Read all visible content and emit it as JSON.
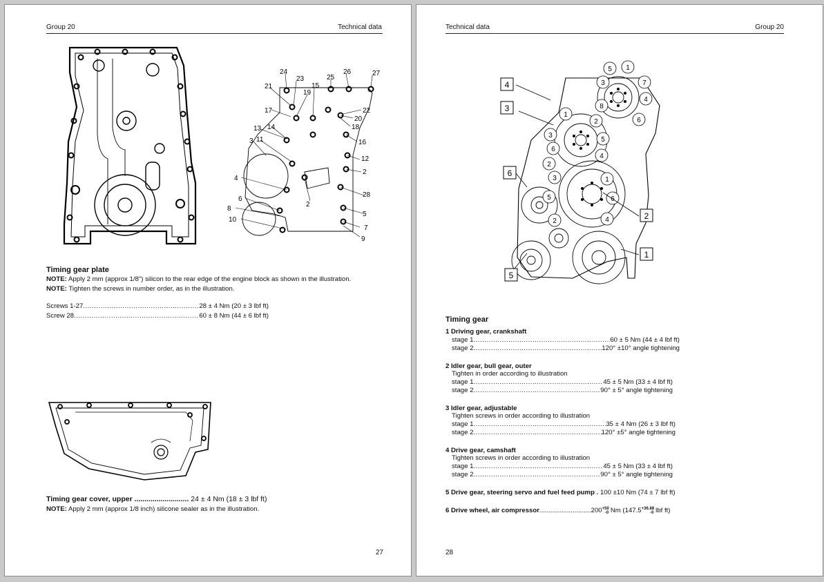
{
  "left": {
    "header_left": "Group 20",
    "header_right": "Technical data",
    "plate_figure": {
      "labels": [
        "24",
        "23",
        "21",
        "19",
        "15",
        "25",
        "26",
        "27",
        "17",
        "22",
        "20",
        "18",
        "13",
        "14",
        "16",
        "3",
        "11",
        "12",
        "2",
        "4",
        "28",
        "6",
        "2",
        "8",
        "5",
        "10",
        "7",
        "9"
      ]
    },
    "timing_gear_plate": {
      "title": "Timing gear plate",
      "note1_label": "NOTE:",
      "note1_text": " Apply 2 mm (approx 1/8\") silicon to the rear edge of the engine block as shown in the illustration.",
      "note2_label": "NOTE:",
      "note2_text": " Tighten the screws in number order, as in the illustration.",
      "specs": [
        {
          "label": "Screws 1-27",
          "value": "28 ± 4 Nm (20 ± 3 lbf ft)"
        },
        {
          "label": "Screw 28",
          "value": "60 ± 8 Nm (44 ± 6 lbf ft)"
        }
      ]
    },
    "timing_gear_cover": {
      "title": "Timing gear cover, upper",
      "value": " 24 ± 4 Nm (18 ± 3 lbf ft)",
      "note_label": "NOTE:",
      "note_text": " Apply 2 mm (approx 1/8 inch) silicone sealer as in the illustration."
    },
    "page_number": "27"
  },
  "right": {
    "header_left": "Technical data",
    "header_right": "Group 20",
    "gear_figure": {
      "box_labels": [
        "4",
        "3",
        "6",
        "2",
        "1",
        "5"
      ],
      "circle_labels": [
        "5",
        "1",
        "3",
        "7",
        "4",
        "8",
        "6",
        "1",
        "2",
        "3",
        "5",
        "6",
        "4",
        "2",
        "3",
        "1",
        "5",
        "6",
        "2",
        "4"
      ]
    },
    "timing_gear": {
      "title": "Timing gear",
      "items": [
        {
          "heading": "1 Driving gear, crankshaft",
          "instruction": "",
          "stages": [
            {
              "label": "stage 1",
              "value": "60 ± 5 Nm (44 ± 4 lbf ft)"
            },
            {
              "label": "stage 2",
              "value": "120° ±10° angle tightening"
            }
          ]
        },
        {
          "heading": "2 Idler gear, bull gear, outer",
          "instruction": "Tighten in order according to illustration",
          "stages": [
            {
              "label": "stage 1",
              "value": "45 ± 5 Nm (33 ± 4 lbf ft)"
            },
            {
              "label": "stage 2",
              "value": "90° ± 5° angle tightening"
            }
          ]
        },
        {
          "heading": "3 Idler gear, adjustable",
          "instruction": "Tighten screws in order according to illustration",
          "stages": [
            {
              "label": "stage 1",
              "value": "35 ± 4 Nm (26 ± 3 lbf ft)"
            },
            {
              "label": "stage 2",
              "value": "120° ±5° angle tightening"
            }
          ]
        },
        {
          "heading": "4 Drive gear, camshaft",
          "instruction": "Tighten screws in order according to illustration",
          "stages": [
            {
              "label": "stage 1",
              "value": "45 ± 5 Nm (33 ± 4 lbf ft)"
            },
            {
              "label": "stage 2",
              "value": "90° ± 5° angle tightening"
            }
          ]
        }
      ],
      "item5": {
        "label": "5 Drive gear, steering servo and fuel feed pump",
        "value": " 100 ±10 Nm (74 ± 7 lbf ft)"
      },
      "item6": {
        "label": "6 Drive wheel, air compressor",
        "value_a": "200",
        "tol_a_plus": "+50",
        "tol_a_minus": "-0",
        "value_b": " Nm (147.5",
        "tol_b_plus": "+36.88",
        "tol_b_minus": "-0",
        "value_c": " lbf ft)"
      }
    },
    "page_number": "28"
  }
}
